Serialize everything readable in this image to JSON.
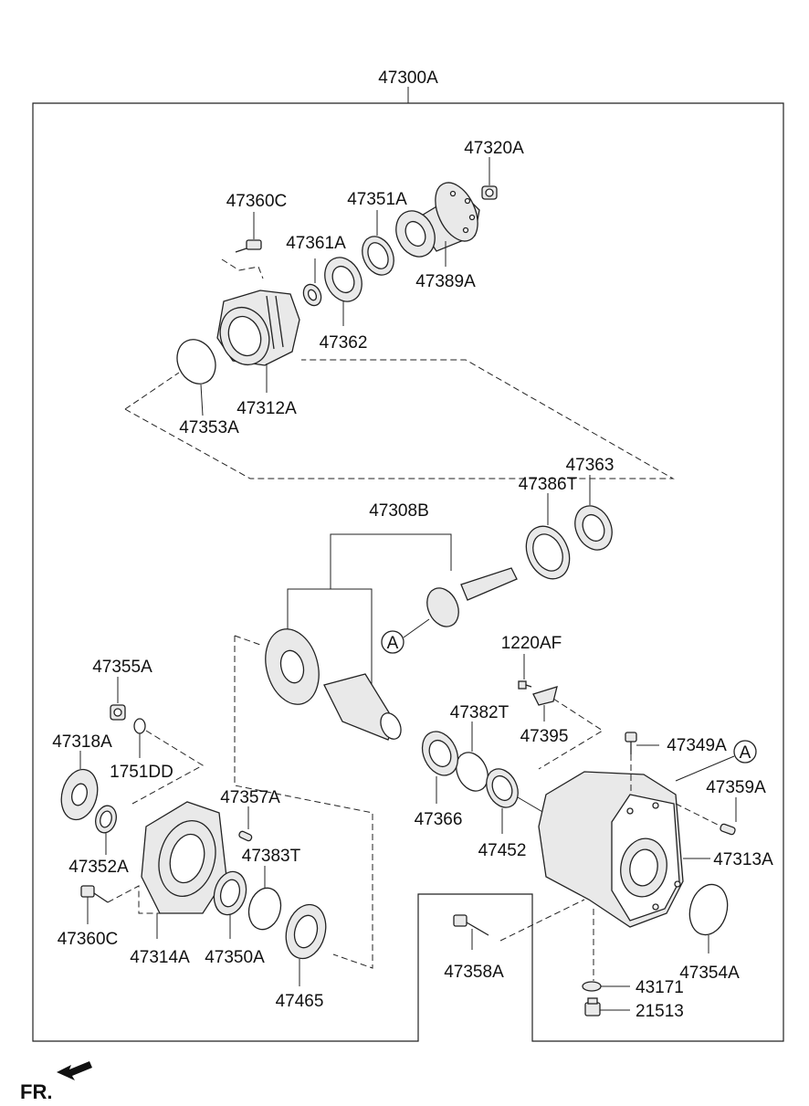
{
  "assembly_label": "47300A",
  "parts": {
    "p47320A": "47320A",
    "p47360C_top": "47360C",
    "p47351A": "47351A",
    "p47361A": "47361A",
    "p47389A": "47389A",
    "p47362": "47362",
    "p47312A": "47312A",
    "p47353A": "47353A",
    "p47363": "47363",
    "p47386T": "47386T",
    "p47308B": "47308B",
    "p1220AF": "1220AF",
    "p47355A": "47355A",
    "p47382T": "47382T",
    "p47395": "47395",
    "p47318A": "47318A",
    "p1751DD": "1751DD",
    "p47349A": "47349A",
    "p47357A": "47357A",
    "p47366": "47366",
    "p47359A": "47359A",
    "p47383T": "47383T",
    "p47452": "47452",
    "p47352A": "47352A",
    "p47313A": "47313A",
    "p47360C_bottom": "47360C",
    "p47314A": "47314A",
    "p47350A": "47350A",
    "p47358A": "47358A",
    "p47354A": "47354A",
    "p47465": "47465",
    "p43171": "43171",
    "p21513": "21513"
  },
  "callout_letter": "A",
  "orientation_label": "FR."
}
